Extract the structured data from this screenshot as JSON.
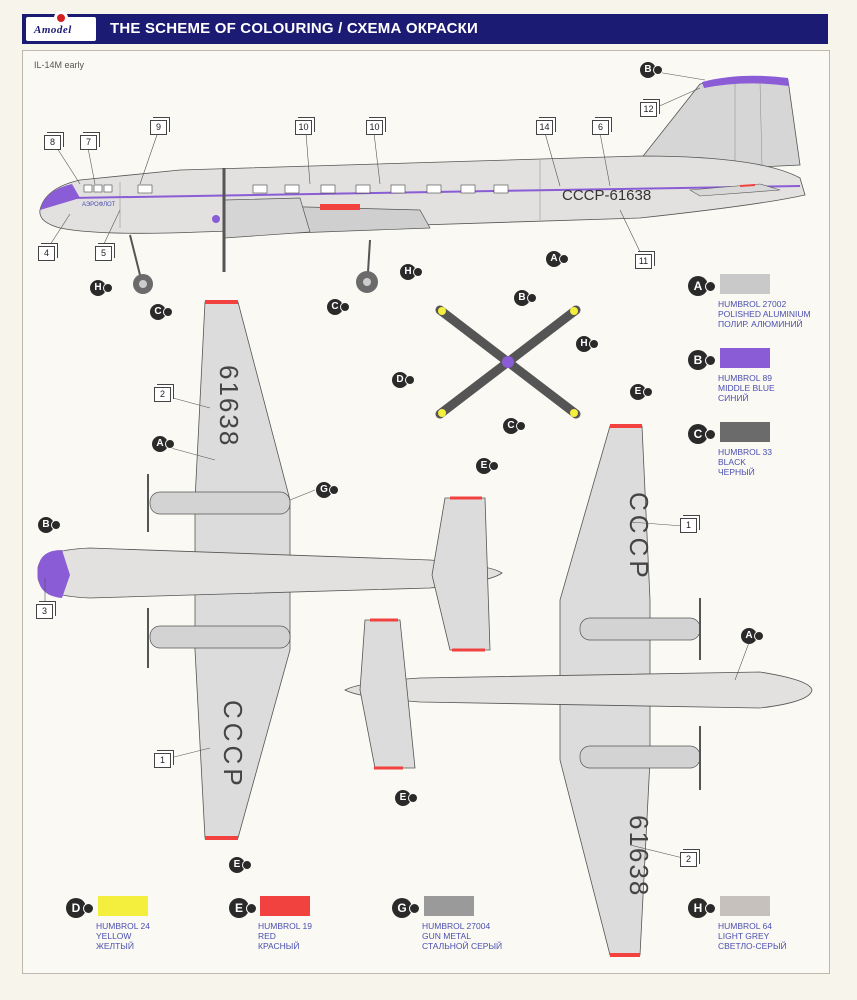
{
  "header": {
    "logo_text": "Amodel",
    "title": "THE SCHEME OF COLOURING / СХЕМА ОКРАСКИ"
  },
  "model_label": "IL-14M early",
  "markings": {
    "side_registration": "СССР-61638",
    "aeroflot": "АЭРОФЛОТ",
    "wing_number": "61638",
    "wing_country": "СССР"
  },
  "callouts": [
    "1",
    "2",
    "3",
    "4",
    "5",
    "6",
    "7",
    "8",
    "9",
    "10",
    "11",
    "12",
    "14"
  ],
  "paint_letters": [
    "A",
    "B",
    "C",
    "D",
    "E",
    "G",
    "H"
  ],
  "legend": [
    {
      "letter": "A",
      "color": "#c9c9c9",
      "lines": [
        "HUMBROL 27002",
        "POLISHED ALUMINIUM",
        "ПОЛИР. АЛЮМИНИЙ"
      ]
    },
    {
      "letter": "B",
      "color": "#8a5cd6",
      "lines": [
        "HUMBROL 89",
        "MIDDLE BLUE",
        "СИНИЙ"
      ]
    },
    {
      "letter": "C",
      "color": "#6b6b6b",
      "lines": [
        "HUMBROL 33",
        "BLACK",
        "ЧЕРНЫЙ"
      ]
    },
    {
      "letter": "D",
      "color": "#f4ee3c",
      "lines": [
        "HUMBROL 24",
        "YELLOW",
        "ЖЕЛТЫЙ"
      ]
    },
    {
      "letter": "E",
      "color": "#f2423f",
      "lines": [
        "HUMBROL 19",
        "RED",
        "КРАСНЫЙ"
      ]
    },
    {
      "letter": "G",
      "color": "#9a9a9a",
      "lines": [
        "HUMBROL 27004",
        "GUN METAL",
        "СТАЛЬНОЙ СЕРЫЙ"
      ]
    },
    {
      "letter": "H",
      "color": "#c6c1bd",
      "lines": [
        "HUMBROL 64",
        "LIGHT GREY",
        "СВЕТЛО-СЕРЫЙ"
      ]
    }
  ]
}
